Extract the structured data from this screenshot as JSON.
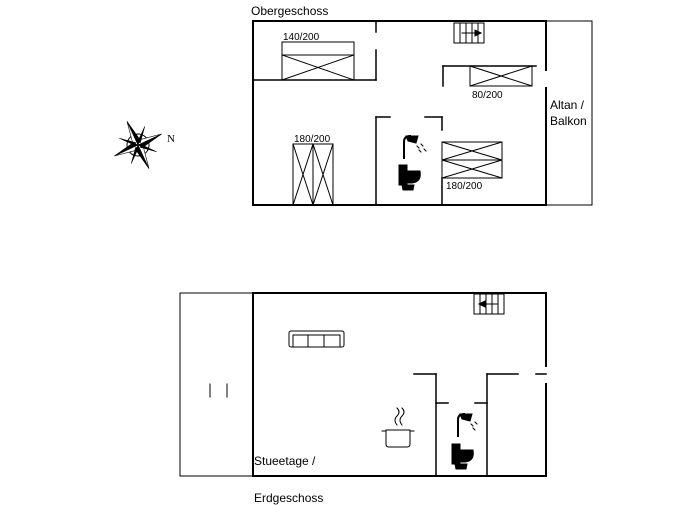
{
  "upper_floor": {
    "title": "Obergeschoss",
    "beds": [
      "140/200",
      "80/200",
      "180/200",
      "180/200"
    ],
    "balcony": [
      "Altan /",
      "Balkon"
    ]
  },
  "ground_floor": {
    "title": "Stueetage /",
    "title_cont": "Erdgeschoss"
  },
  "compass": {
    "label": "N"
  },
  "colors": {
    "line": "#000000",
    "thin": "#444444"
  },
  "icons": [
    "compass-icon",
    "stairs-icon",
    "bed-icon",
    "shower-icon",
    "toilet-icon",
    "sofa-icon",
    "cooking-pot-icon"
  ]
}
